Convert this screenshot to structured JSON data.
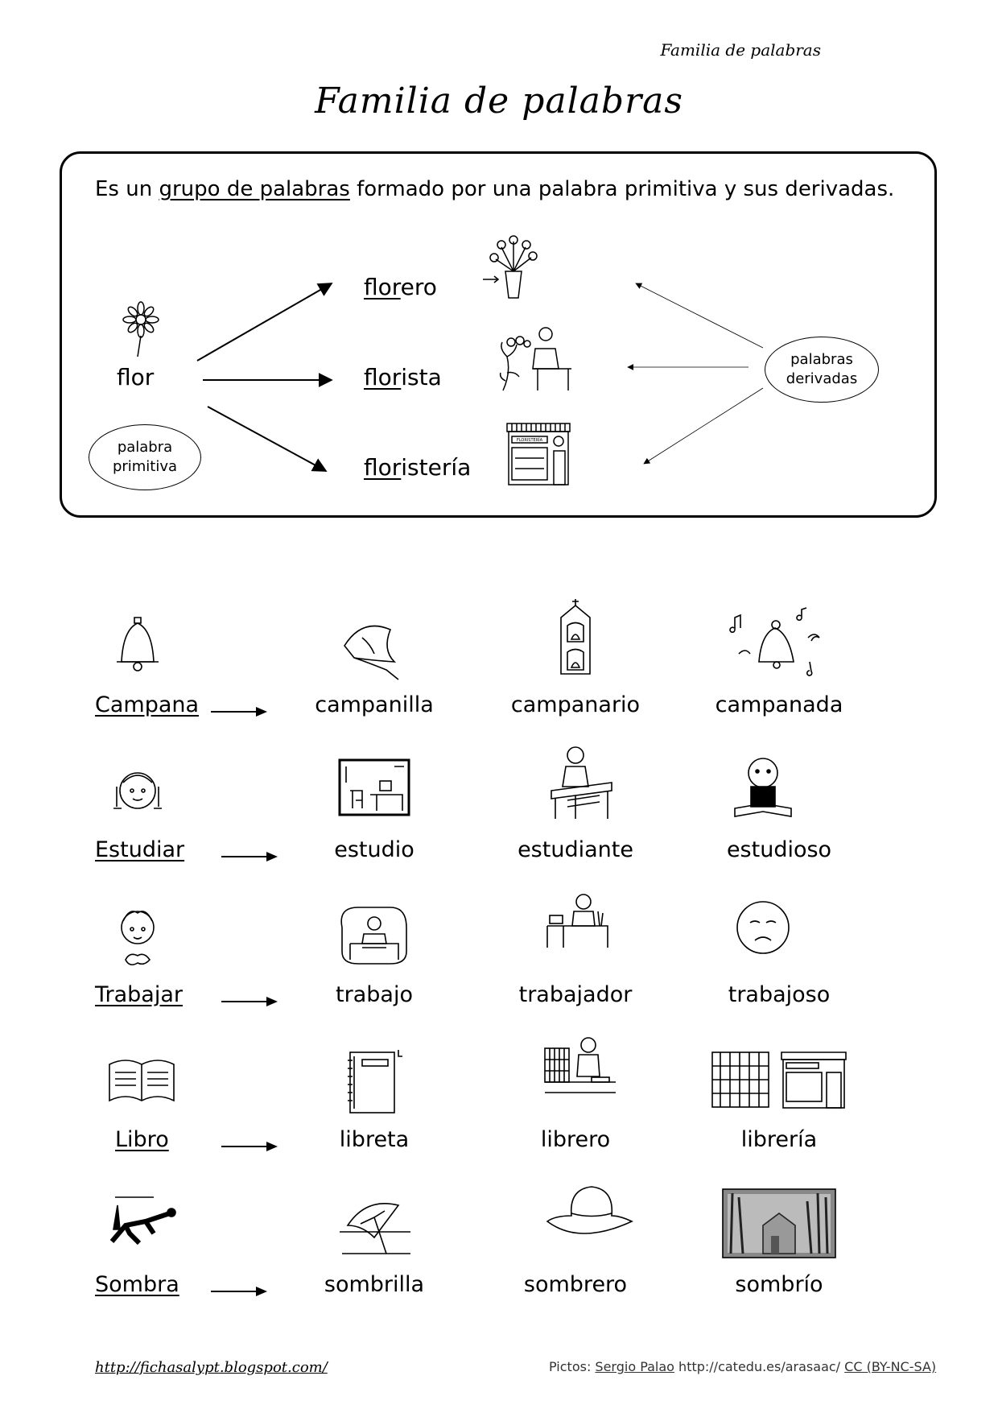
{
  "header": {
    "running_title": "Familia de palabras"
  },
  "title": "Familia de palabras",
  "definition": {
    "prefix": "Es un ",
    "underlined": "grupo de palabras",
    "suffix": " formado por una palabra primitiva y sus derivadas."
  },
  "example": {
    "primitive": "flor",
    "primitive_label": {
      "line1": "palabra",
      "line2": "primitiva"
    },
    "derived_label": {
      "line1": "palabras",
      "line2": "derivadas"
    },
    "derived": [
      {
        "root": "flor",
        "rest": "ero",
        "icon": "flower-vase-icon"
      },
      {
        "root": "flor",
        "rest": "ista",
        "icon": "florist-icon"
      },
      {
        "root": "flor",
        "rest": "istería",
        "icon": "flower-shop-icon"
      }
    ]
  },
  "families": [
    {
      "primitive": "Campana",
      "icons": [
        "bell-icon",
        "bellflower-icon",
        "bell-tower-icon",
        "ringing-bell-icon"
      ],
      "derived": [
        "campanilla",
        "campanario",
        "campanada"
      ]
    },
    {
      "primitive": "Estudiar",
      "icons": [
        "studying-child-icon",
        "study-room-icon",
        "student-at-desk-icon",
        "studious-child-icon"
      ],
      "derived": [
        "estudio",
        "estudiante",
        "estudioso"
      ]
    },
    {
      "primitive": "Trabajar",
      "icons": [
        "working-child-icon",
        "office-work-icon",
        "worker-at-desk-icon",
        "tired-face-icon"
      ],
      "derived": [
        "trabajo",
        "trabajador",
        "trabajoso"
      ]
    },
    {
      "primitive": "Libro",
      "icons": [
        "open-book-icon",
        "notebook-icon",
        "bookseller-icon",
        "bookstore-icon"
      ],
      "derived": [
        "libreta",
        "librero",
        "librería"
      ]
    },
    {
      "primitive": "Sombra",
      "icons": [
        "shadow-icon",
        "beach-umbrella-icon",
        "hat-icon",
        "gloomy-forest-icon"
      ],
      "derived": [
        "sombrilla",
        "sombrero",
        "sombrío"
      ]
    }
  ],
  "footer": {
    "blog_url": "http://fichasalypt.blogspot.com/",
    "credits_prefix": "Pictos: ",
    "author": "Sergio Palao",
    "source": " http://catedu.es/arasaac/ ",
    "license": "CC (BY-NC-SA)"
  }
}
